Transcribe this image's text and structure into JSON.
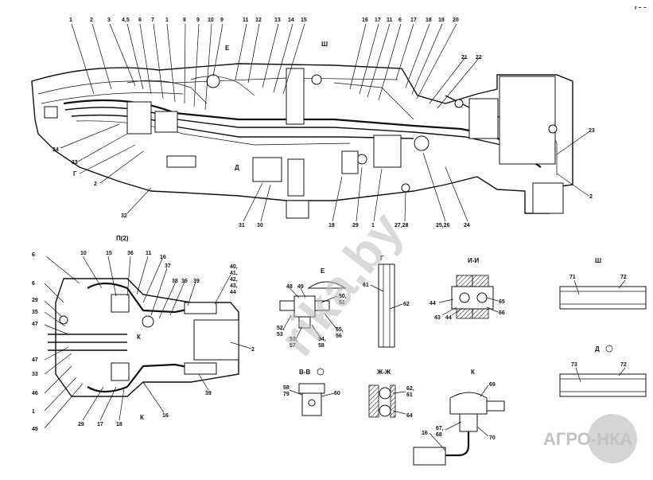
{
  "corner_mark": "r ~ ~",
  "main_view": {
    "top_callouts": [
      "1",
      "2",
      "3",
      "4,5",
      "6",
      "7",
      "1",
      "8",
      "9",
      "10",
      "9",
      "11",
      "12",
      "13",
      "14",
      "15",
      "16",
      "17",
      "11",
      "6",
      "17",
      "18",
      "19",
      "20"
    ],
    "right_callouts": [
      "21",
      "22",
      "23",
      "2"
    ],
    "left_callouts": [
      "34",
      "33",
      "Г",
      "2",
      "32"
    ],
    "bottom_callouts": [
      "31",
      "30",
      "18",
      "29",
      "1",
      "27,28",
      "25,26",
      "24"
    ],
    "section_marks": [
      "Е",
      "Ш",
      "Д"
    ]
  },
  "view_p": {
    "title": "П(2)",
    "callouts_top": [
      "6",
      "10",
      "15",
      "36",
      "11",
      "16",
      "37",
      "38",
      "36",
      "39",
      "40,",
      "41,",
      "42,",
      "43,",
      "44"
    ],
    "callouts_left": [
      "6",
      "29",
      "35",
      "47",
      "47",
      "33",
      "46",
      "1",
      "45"
    ],
    "callouts_bottom": [
      "29",
      "17",
      "18",
      "К",
      "16",
      "39",
      "2"
    ],
    "marker_k": "К"
  },
  "view_e": {
    "title": "Е",
    "callouts": [
      "48",
      "49",
      "50,",
      "51",
      "52,",
      "53",
      "53,",
      "57",
      "54,",
      "58",
      "55,",
      "56"
    ]
  },
  "view_g": {
    "title": "Г",
    "callouts": [
      "61",
      "62"
    ]
  },
  "view_ii": {
    "title": "И-И",
    "callouts": [
      "44",
      "43",
      "44",
      "65",
      "66"
    ]
  },
  "view_sh": {
    "title": "Ш",
    "callouts": [
      "71",
      "72"
    ]
  },
  "view_d": {
    "title": "Д",
    "callouts": [
      "73",
      "72"
    ]
  },
  "view_vv": {
    "title": "В-В",
    "callouts": [
      "58",
      "79",
      "60"
    ]
  },
  "view_zhzh": {
    "title": "Ж-Ж",
    "callouts": [
      "62,",
      "61",
      "64"
    ]
  },
  "view_k": {
    "title": "К",
    "callouts": [
      "69",
      "16",
      "67,",
      "68",
      "70"
    ]
  },
  "watermarks": {
    "diagonal": "rika.by",
    "brand": "АГРО-НКА"
  },
  "colors": {
    "ink": "#111111",
    "paper": "#ffffff",
    "watermark": "#bdbdbd"
  }
}
